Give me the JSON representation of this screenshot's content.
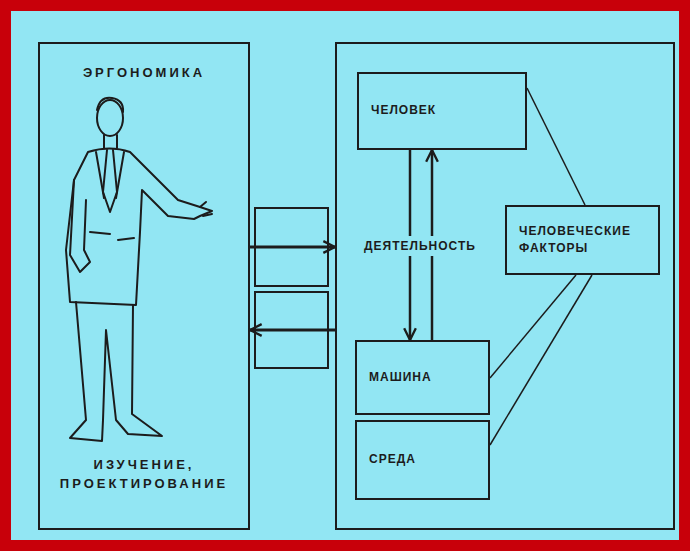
{
  "diagram": {
    "nodes": [
      {
        "text": [
          "ЭРГОНОМИКА",
          "ИЗУЧЕНИЕ, ПРОЕКТИРОВАНИЕ"
        ]
      },
      {
        "text": []
      },
      {
        "text": [
          "ЧЕЛОВЕК"
        ],
        "in": 1
      },
      {
        "text": [
          "ЧЕЛОВЕЧЕСКИЕ ФАКТОРЫ"
        ],
        "in": 1
      },
      {
        "text": [
          "МАШИНА"
        ],
        "in": 1
      },
      {
        "text": [
          "СРЕДА"
        ],
        "in": 1
      }
    ],
    "edges": [
      {
        "from": 0,
        "to": 1,
        "arrow": "to"
      },
      {
        "from": 1,
        "to": 0,
        "arrow": "to"
      },
      {
        "from": 2,
        "to": 4,
        "arrow": "to"
      },
      {
        "from": 4,
        "to": 2,
        "arrow": "to"
      },
      {
        "from": 2,
        "to": 3,
        "arrow": "none"
      },
      {
        "from": 3,
        "to": 4,
        "arrow": "none"
      },
      {
        "from": 3,
        "to": 5,
        "arrow": "none"
      }
    ],
    "labels": [
      "ДЕЯТЕЛЬНОСТЬ"
    ]
  }
}
